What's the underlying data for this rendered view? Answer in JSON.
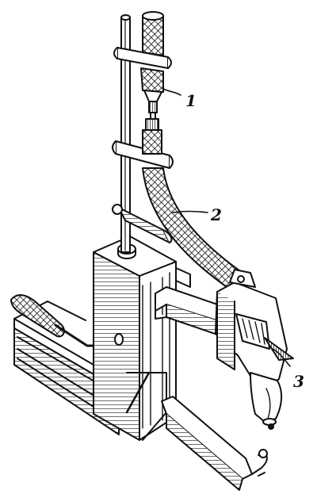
{
  "figure": {
    "callouts": [
      {
        "label": "1"
      },
      {
        "label": "2"
      },
      {
        "label": "3"
      }
    ],
    "colors": {
      "ink": "#111111",
      "paper": "#ffffff",
      "shade": "#2a2a2a"
    }
  }
}
